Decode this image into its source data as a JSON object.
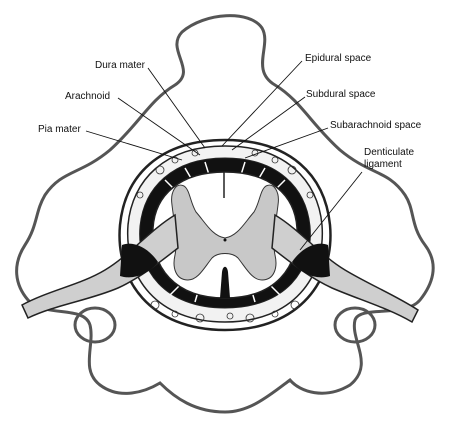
{
  "labels": {
    "dura_mater": "Dura mater",
    "arachnoid": "Arachnoid",
    "pia_mater": "Pia mater",
    "epidural_space": "Epidural space",
    "subdural_space": "Subdural space",
    "subarachnoid_space": "Subarachnoid space",
    "denticulate_ligament_line1": "Denticulate",
    "denticulate_ligament_line2": "ligament"
  },
  "colors": {
    "outline": "#555555",
    "gray_matter": "#c8c8c8",
    "dark_space": "#111111",
    "nerve_root": "#cfcfcf"
  }
}
